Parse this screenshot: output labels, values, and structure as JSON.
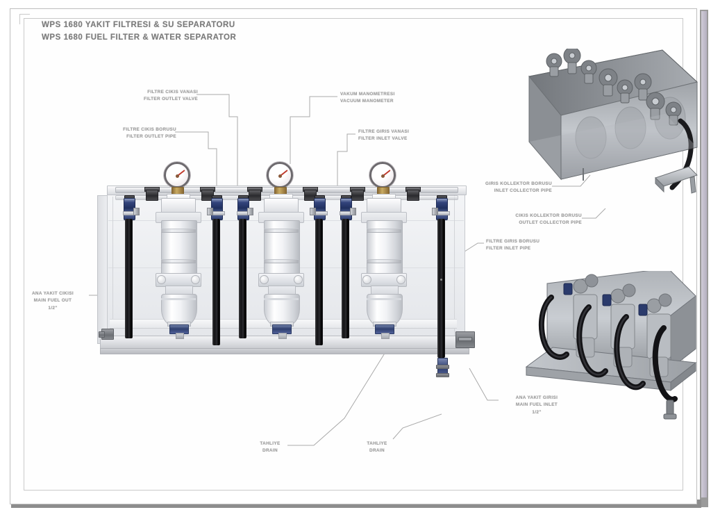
{
  "document": {
    "title_tr": "WPS 1680 YAKIT FILTRESI & SU SEPARATORU",
    "title_en": "WPS 1680 FUEL FILTER & WATER SEPARATOR",
    "model": "WPS 1680",
    "sheet_background": "#ffffff",
    "frame_color": "#c9c9c9",
    "shadow_color": "#8d8d8d"
  },
  "callouts": [
    {
      "id": "filter-outlet-valve",
      "tr": "FILTRE CIKIS VANASI",
      "en": "FILTER OUTLET VALVE"
    },
    {
      "id": "filter-outlet-pipe",
      "tr": "FILTRE CIKIS BORUSU",
      "en": "FILTER OUTLET PIPE"
    },
    {
      "id": "vacuum-manometer",
      "tr": "VAKUM MANOMETRESI",
      "en": "VACUUM MANOMETER"
    },
    {
      "id": "filter-inlet-valve",
      "tr": "FILTRE GIRIS VANASI",
      "en": "FILTER INLET VALVE"
    },
    {
      "id": "inlet-collector-pipe",
      "tr": "GIRIS KOLLEKTOR BORUSU",
      "en": "INLET COLLECTOR PIPE"
    },
    {
      "id": "outlet-collector-pipe",
      "tr": "CIKIS KOLLEKTOR BORUSU",
      "en": "OUTLET COLLECTOR PIPE"
    },
    {
      "id": "filter-inlet-pipe",
      "tr": "FILTRE GIRIS BORUSU",
      "en": "FILTER INLET PIPE"
    },
    {
      "id": "main-fuel-out",
      "tr": "ANA YAKIT CIKISI",
      "en": "MAIN FUEL OUT",
      "size": "1/2\""
    },
    {
      "id": "main-fuel-inlet",
      "tr": "ANA YAKIT GIRISI",
      "en": "MAIN FUEL INLET",
      "size": "1/2\""
    },
    {
      "id": "drain-left",
      "tr": "TAHLIYE",
      "en": "DRAIN"
    },
    {
      "id": "drain-right",
      "tr": "TAHLIYE",
      "en": "DRAIN"
    }
  ],
  "assembly": {
    "filter_count": 3,
    "gauge_count": 3,
    "views": {
      "front_elevation": "front elevation of three-filter rack",
      "iso_rear": "isometric rear view",
      "iso_front": "isometric front view"
    }
  },
  "colors": {
    "gauge_needle": "#c0392b",
    "gauge_body": "#ffffff",
    "gauge_rim": "#6d6a6e",
    "pipe_black": "#121214",
    "valve_blue": "#2b3b6c",
    "metal_grey": "#d5d7db",
    "brass": "#c9ab63",
    "label_text": "#9a9a9a",
    "title_text": "#7a7a7a"
  }
}
